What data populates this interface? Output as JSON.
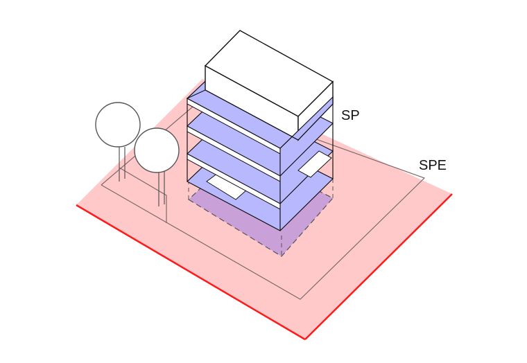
{
  "labels": {
    "sp": "SP",
    "spe": "SPE"
  },
  "colors": {
    "plot_fill": "#ffc9c9",
    "plot_front_edge": "#ff1a1a",
    "floor_fill": "#b8b8ff",
    "footprint_fill": "#c9a0d8",
    "outline": "#111111",
    "inner_boundary": "#7a6a6a"
  },
  "building": {
    "floors": 4
  }
}
